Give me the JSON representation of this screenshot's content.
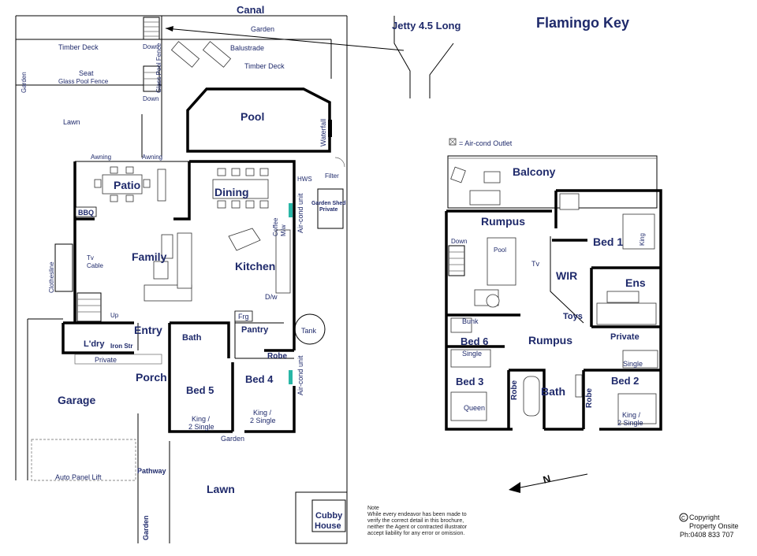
{
  "title": "Flamingo Key",
  "legend": "= Air-cond Outlet",
  "jetty": "Jetty 4.5 Long",
  "north_symbol": "N",
  "ground_floor": {
    "canal": "Canal",
    "garden_top": "Garden",
    "timber_deck_left": "Timber Deck",
    "timber_deck_right": "Timber Deck",
    "balustrade": "Balustrade",
    "down_top": "Down",
    "down_bottom": "Down",
    "glass_pool_fence_v": "Glass Pool Fence",
    "seat": "Seat",
    "glass_pool_fence_h": "Glass Pool Fence",
    "garden_left": "Garden",
    "lawn_top": "Lawn",
    "pool": "Pool",
    "waterfall": "Waterfall",
    "awning_1": "Awning",
    "awning_2": "Awning",
    "patio": "Patio",
    "bbq": "BBQ",
    "dining": "Dining",
    "hws": "HWS",
    "filter": "Filter",
    "garden_shed": "Garden Shed",
    "garden_shed_private": "Private",
    "coffee": "Coffee",
    "mw": "M/w",
    "aircond_unit_1": "Air-cond unit",
    "aircond_unit_2": "Air-cond unit",
    "family": "Family",
    "tv": "Tv",
    "cable": "Cable",
    "clothesline": "Clothesline",
    "kitchen": "Kitchen",
    "dw": "D/w",
    "up": "Up",
    "frg": "Frg",
    "pantry": "Pantry",
    "tank": "Tank",
    "entry": "Entry",
    "bath": "Bath",
    "laundry": "L'dry",
    "iron_str": "Iron Str",
    "private_g": "Private",
    "robe_g": "Robe",
    "porch": "Porch",
    "garage": "Garage",
    "bed5": "Bed 5",
    "bed5_sub1": "King /",
    "bed5_sub2": "2 Single",
    "bed4": "Bed 4",
    "bed4_sub1": "King /",
    "bed4_sub2": "2 Single",
    "garden_bottom": "Garden",
    "auto_panel_lift": "Auto Panel Lift",
    "pathway": "Pathway",
    "lawn_bottom": "Lawn",
    "garden_bottom_left": "Garden",
    "cubby_1": "Cubby",
    "cubby_2": "House"
  },
  "first_floor": {
    "balcony": "Balcony",
    "rumpus_top": "Rumpus",
    "down": "Down",
    "pool_table": "Pool",
    "tv": "Tv",
    "bed1": "Bed 1",
    "king": "King",
    "wir": "WIR",
    "ens": "Ens",
    "toys": "Toys",
    "bunk": "Bunk",
    "bed6": "Bed 6",
    "rumpus_mid": "Rumpus",
    "private": "Private",
    "single_l": "Single",
    "single_r": "Single",
    "bed3": "Bed 3",
    "queen": "Queen",
    "robe_l": "Robe",
    "bath": "Bath",
    "robe_r": "Robe",
    "bed2": "Bed 2",
    "bed2_sub1": "King /",
    "bed2_sub2": "2 Single"
  },
  "note": {
    "heading": "Note",
    "body": "While every endeavor has been made to verify the correct detail in this brochure, neither the Agent or contracted illustrator accept liability for any error or omission."
  },
  "copyright": {
    "symbol": "C",
    "line1": "Copyright",
    "line2": "Property Onsite",
    "line3": "Ph:0408 833 707"
  }
}
